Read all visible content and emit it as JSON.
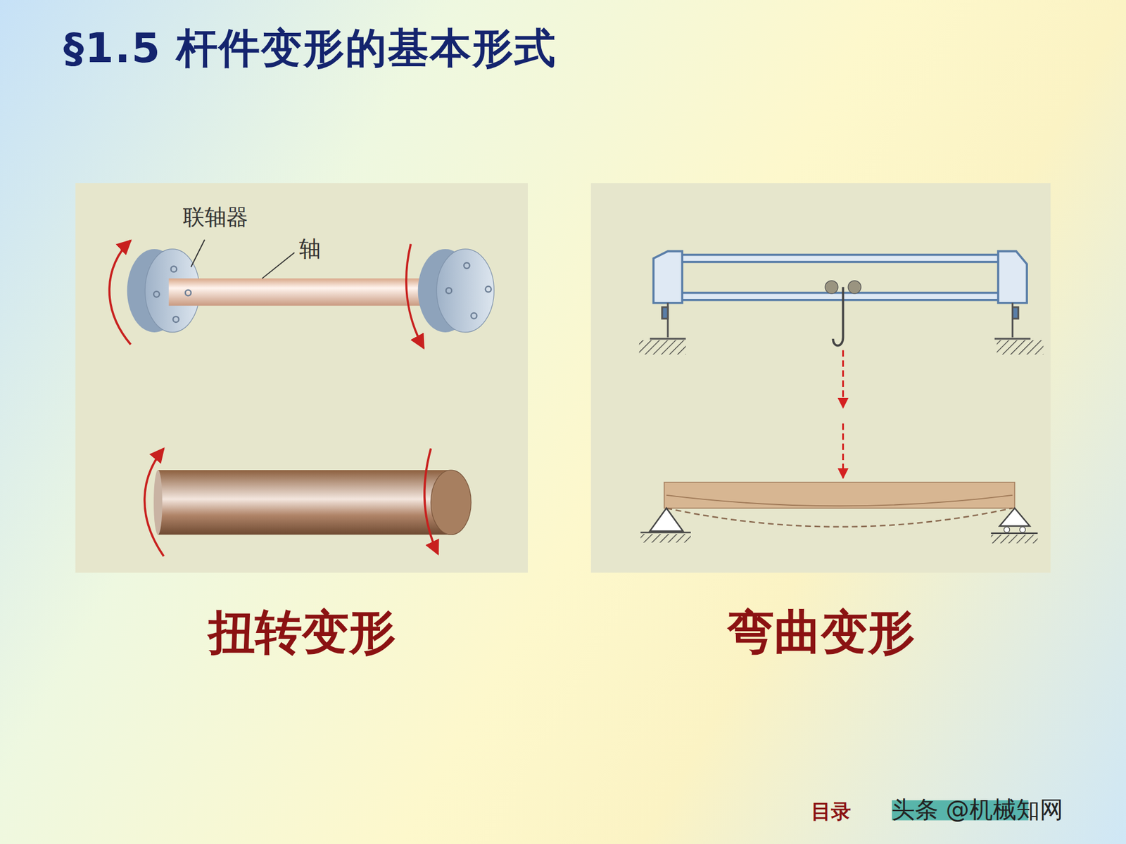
{
  "diagram": {
    "title": "§1.5 杆件变形的基本形式",
    "nodes": [
      {
        "text": [
          "扭转变形"
        ]
      },
      {
        "text": [
          "弯曲变形"
        ]
      }
    ],
    "labels": [
      "联轴器",
      "轴",
      "目录",
      "头条 @机械知网"
    ]
  }
}
